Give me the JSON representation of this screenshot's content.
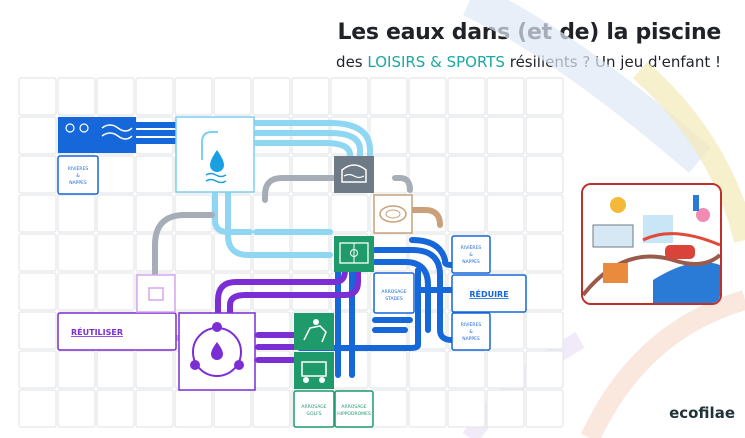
{
  "header": {
    "title": "Les eaux dans (et de) la piscine",
    "subtitle_pre": "des ",
    "subtitle_highlight": "LOISIRS & SPORTS",
    "subtitle_post": " résilients ? Un jeu d'enfant !"
  },
  "tiles": {
    "rivieres_nappes_1": [
      "RIVIÈRES",
      "&",
      "NAPPES"
    ],
    "rivieres_nappes_2": [
      "RIVIÈRES",
      "&",
      "NAPPES"
    ],
    "rivieres_nappes_3": [
      "RIVIÈRES",
      "&",
      "NAPPES"
    ],
    "arrosage_stades": [
      "ARROSAGE",
      "STADES"
    ],
    "arrosage_golfs": [
      "ARROSAGE",
      "GOLFS"
    ],
    "arrosage_hippodromes": [
      "ARROSAGE",
      "HIPPODROMES"
    ],
    "reduire": "RÉDUIRE",
    "reutiliser": "RÉUTILISER"
  },
  "brand": {
    "logo": "ecofilae"
  },
  "colors": {
    "blue": "#1565d8",
    "light_blue": "#7fd0f0",
    "gray": "#9aa3ad",
    "green": "#1f9a6a",
    "purple": "#7a2bd0",
    "tan": "#c49a72",
    "grid": "#e3e6ea"
  }
}
